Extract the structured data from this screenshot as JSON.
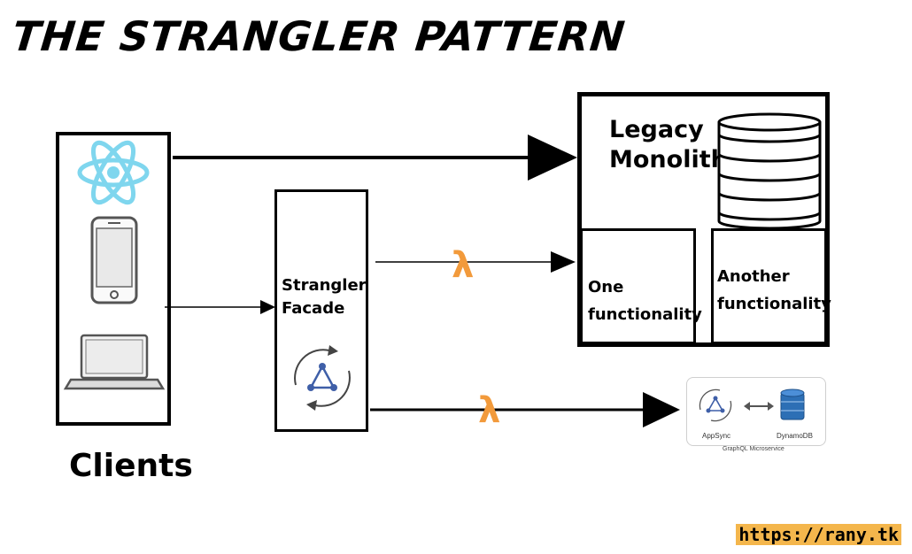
{
  "title": "THE STRANGLER PATTERN",
  "clients": {
    "label": "Clients",
    "icons": [
      "react-icon",
      "smartphone-icon",
      "laptop-icon"
    ]
  },
  "facade": {
    "line1": "Strangler",
    "line2": "Facade",
    "icon": "appsync-icon"
  },
  "legacy": {
    "line1": "Legacy",
    "line2": "Monolith",
    "icon": "database-icon",
    "functionality_1": {
      "line1": "One",
      "line2": "functionality"
    },
    "functionality_2": {
      "line1": "Another",
      "line2": "functionality"
    }
  },
  "microservice": {
    "appsync_label": "AppSync",
    "dynamo_label": "DynamoDB",
    "caption": "GraphQL Microservice"
  },
  "lambda_symbol": "λ",
  "url": "https://rany.tk",
  "colors": {
    "react": "#7fd6ee",
    "lambda": "#f29a3b",
    "dynamo": "#2d6fb5",
    "appsync": "#3f5fa8",
    "url_bg": "#f4b64c"
  }
}
